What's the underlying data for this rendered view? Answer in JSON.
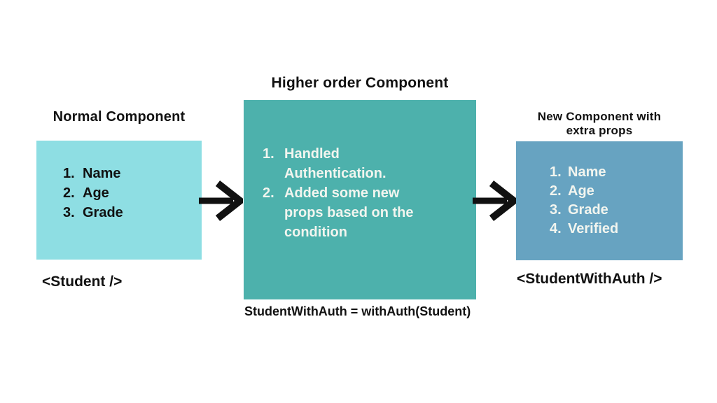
{
  "colors": {
    "background": "#ffffff",
    "left_box": "#8edee3",
    "middle_box": "#4db1ac",
    "right_box": "#67a3c1",
    "dark_text": "#111111",
    "light_text": "#f2f5ef",
    "arrow": "#111111"
  },
  "left": {
    "title": "Normal Component",
    "items": [
      {
        "num": "1.",
        "text": "Name"
      },
      {
        "num": "2.",
        "text": "Age"
      },
      {
        "num": "3.",
        "text": "Grade"
      }
    ],
    "caption": "<Student />"
  },
  "middle": {
    "title": "Higher order Component",
    "items": [
      {
        "num": "1.",
        "text": "Handled Authentication."
      },
      {
        "num": "2.",
        "text": "Added some new props based on the condition"
      }
    ],
    "caption": "StudentWithAuth = withAuth(Student)"
  },
  "right": {
    "title": "New Component with extra props",
    "items": [
      {
        "num": "1.",
        "text": "Name"
      },
      {
        "num": "2.",
        "text": "Age"
      },
      {
        "num": "3.",
        "text": "Grade"
      },
      {
        "num": "4.",
        "text": "Verified"
      }
    ],
    "caption": "<StudentWithAuth />"
  }
}
